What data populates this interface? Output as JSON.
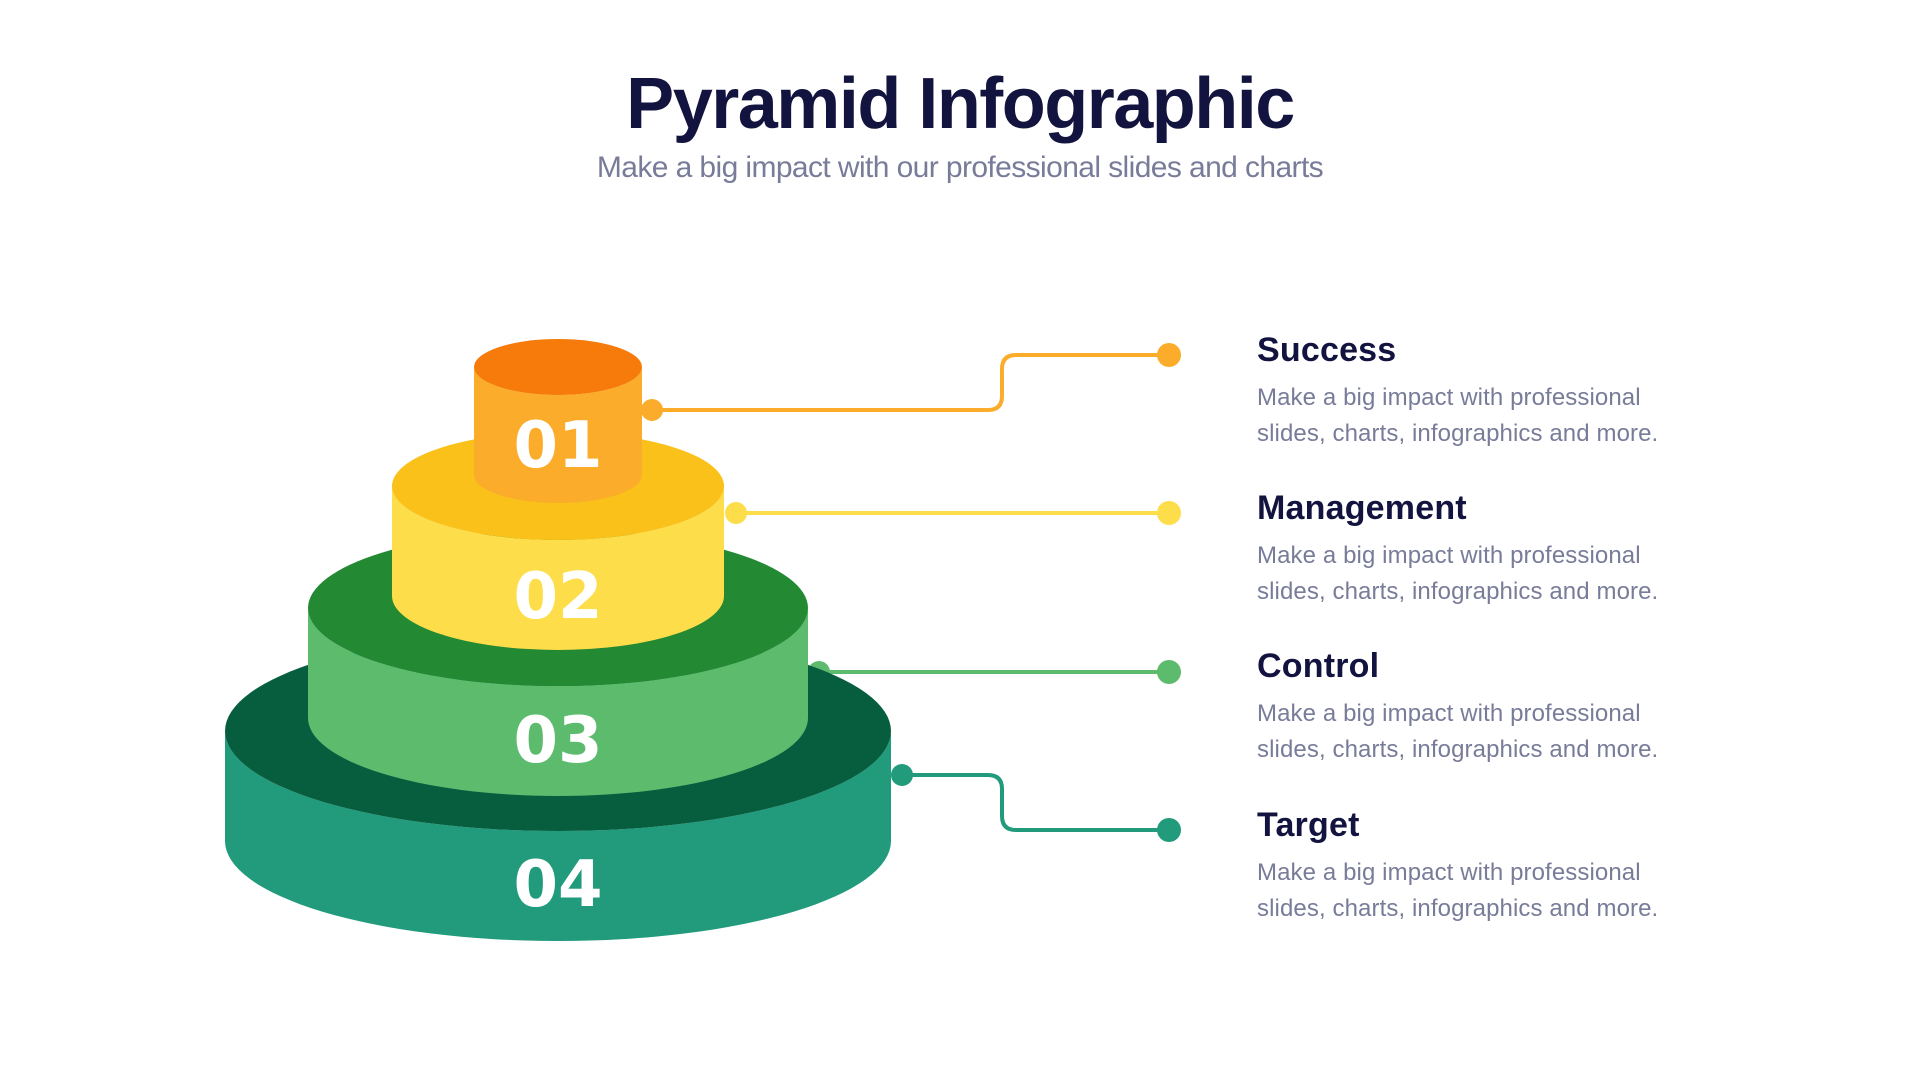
{
  "header": {
    "title": "Pyramid Infographic",
    "subtitle": "Make a big impact with our professional slides and charts"
  },
  "tiers": [
    {
      "number": "01",
      "label": "Success",
      "description_line1": "Make a big impact with professional",
      "description_line2": "slides, charts, infographics and more.",
      "side_color": "#fbac2b",
      "top_color": "#f67b0a",
      "line_color": "#fbac2b"
    },
    {
      "number": "02",
      "label": "Management",
      "description_line1": "Make a big impact with professional",
      "description_line2": "slides, charts, infographics and more.",
      "side_color": "#fddd4a",
      "top_color": "#fac11a",
      "line_color": "#fddd4a"
    },
    {
      "number": "03",
      "label": "Control",
      "description_line1": "Make a big impact with professional",
      "description_line2": "slides, charts, infographics and more.",
      "side_color": "#5dbb6e",
      "top_color": "#238a33",
      "line_color": "#5dbb6e"
    },
    {
      "number": "04",
      "label": "Target",
      "description_line1": "Make a big impact with professional",
      "description_line2": "slides, charts, infographics and more.",
      "side_color": "#229a7c",
      "top_color": "#065e3e",
      "line_color": "#229a7c"
    }
  ]
}
